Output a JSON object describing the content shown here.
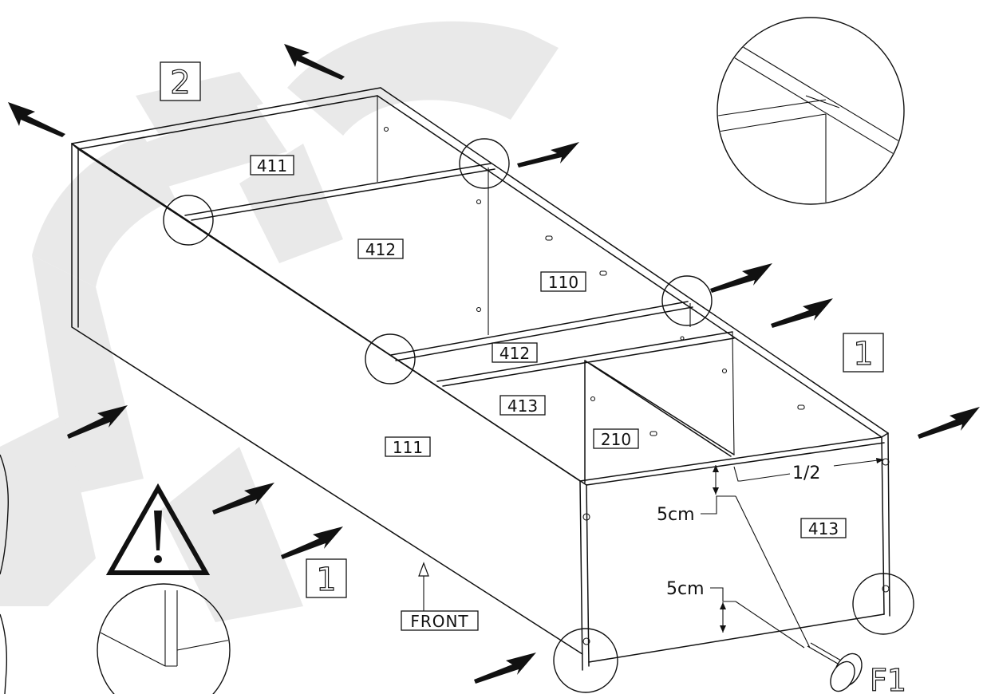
{
  "panels": {
    "p411": "411",
    "p412_back": "412",
    "p412_front": "412",
    "p110": "110",
    "p413_mid": "413",
    "p413_side": "413",
    "p210": "210",
    "p111": "111"
  },
  "step_numbers": {
    "top_left": "2",
    "right": "1",
    "bottom": "1"
  },
  "dimensions": {
    "top_offset": "5cm",
    "bottom_offset": "5cm",
    "half": "1/2"
  },
  "front_label": "FRONT",
  "fitting_label": "F1",
  "colors": {
    "line": "#111111",
    "watermark": "#e9e9e9",
    "background": "#ffffff"
  },
  "icons": [
    "warning-icon",
    "direction-arrow-icon",
    "detail-magnifier-icon"
  ]
}
